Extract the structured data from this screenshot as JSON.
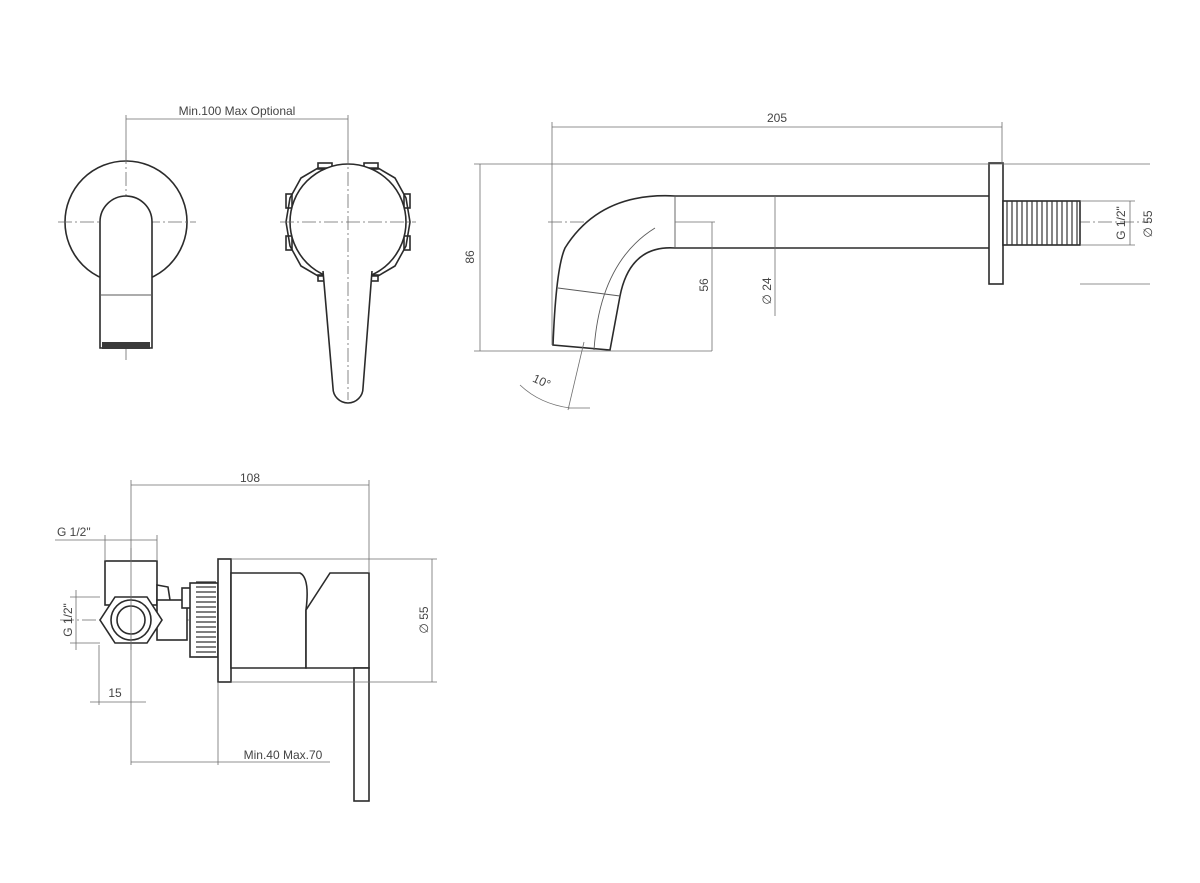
{
  "dimensions": {
    "spacing": "Min.100 Max Optional",
    "spout_length": "205",
    "height": "86",
    "spout_drop": "56",
    "pipe_diameter": "∅ 24",
    "thread_spout": "G 1/2\"",
    "flange_diameter_spout": "∅ 55",
    "angle": "10°",
    "body_length": "108",
    "thread_top": "G 1/2\"",
    "thread_side": "G 1/2\"",
    "offset": "15",
    "wall_range": "Min.40 Max.70",
    "flange_diameter_mixer": "∅ 55"
  }
}
